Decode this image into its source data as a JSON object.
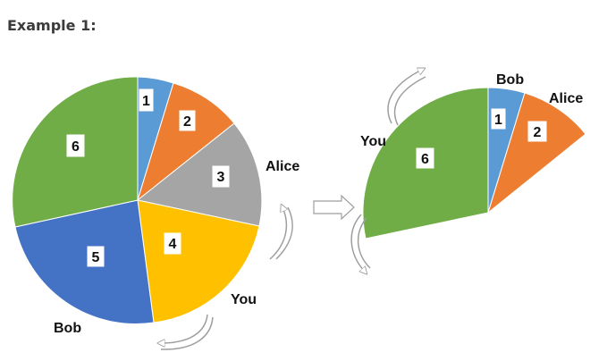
{
  "title": "Example 1:",
  "colors": {
    "blue_light": "#5b9bd5",
    "orange": "#ed7d31",
    "gray": "#a5a5a5",
    "yellow": "#ffc000",
    "blue_dark": "#4472c4",
    "green": "#70ad47",
    "arrow": "#9e9e9e"
  },
  "left_pie": {
    "slices": [
      {
        "label": "1",
        "color": "blue_light"
      },
      {
        "label": "2",
        "color": "orange"
      },
      {
        "label": "3",
        "color": "gray"
      },
      {
        "label": "4",
        "color": "yellow"
      },
      {
        "label": "5",
        "color": "blue_dark"
      },
      {
        "label": "6",
        "color": "green"
      }
    ],
    "names": {
      "alice": "Alice",
      "you": "You",
      "bob": "Bob"
    }
  },
  "right_pie": {
    "slices": [
      {
        "label": "1",
        "color": "blue_light"
      },
      {
        "label": "2",
        "color": "orange"
      },
      {
        "label": "6",
        "color": "green"
      }
    ],
    "names": {
      "bob": "Bob",
      "alice": "Alice",
      "you": "You"
    }
  },
  "icons": [
    "curved-arrow-icon",
    "right-arrow-icon"
  ]
}
